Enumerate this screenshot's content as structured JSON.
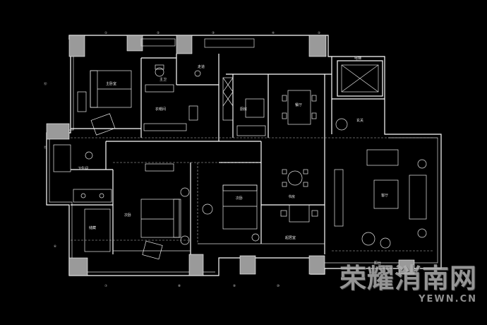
{
  "plan": {
    "room_labels": [
      "主卧室",
      "主卫",
      "走道",
      "衣帽间",
      "厨房",
      "餐厅",
      "电梯",
      "玄关",
      "卫生间",
      "次卧",
      "次卧",
      "书房",
      "客厅",
      "阳台",
      "起居室",
      "储藏"
    ],
    "dimension_marks": [
      "①",
      "②",
      "③",
      "④",
      "⑤",
      "⑥",
      "⑦",
      "⑧",
      "⑨",
      "⑩",
      "⑪",
      "⑫"
    ]
  },
  "watermark": {
    "main": "荣耀消南网",
    "url": "YEWN.CN"
  },
  "colors": {
    "background": "#000000",
    "lines": "#ffffff",
    "watermark": "#b0b0b0"
  }
}
